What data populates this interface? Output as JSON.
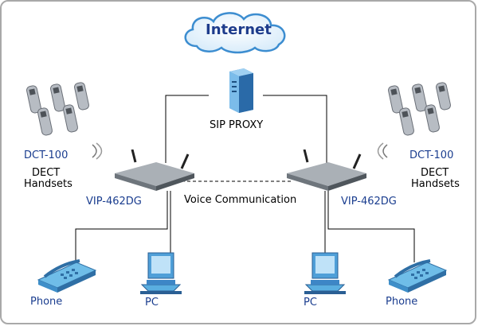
{
  "cloud": {
    "label": "Internet"
  },
  "proxy": {
    "label": "SIP PROXY"
  },
  "link": {
    "label": "Voice Communication"
  },
  "left": {
    "handset_model": "DCT-100",
    "handset_desc_1": "DECT",
    "handset_desc_2": "Handsets",
    "gateway": "VIP-462DG",
    "phone": "Phone",
    "pc": "PC"
  },
  "right": {
    "handset_model": "DCT-100",
    "handset_desc_1": "DECT",
    "handset_desc_2": "Handsets",
    "gateway": "VIP-462DG",
    "phone": "Phone",
    "pc": "PC"
  },
  "colors": {
    "label_blue": "#1a3d8f",
    "device_blue": "#5aaee0",
    "cloud_blue": "#3c8dd0",
    "frame": "#a9a9a9"
  }
}
